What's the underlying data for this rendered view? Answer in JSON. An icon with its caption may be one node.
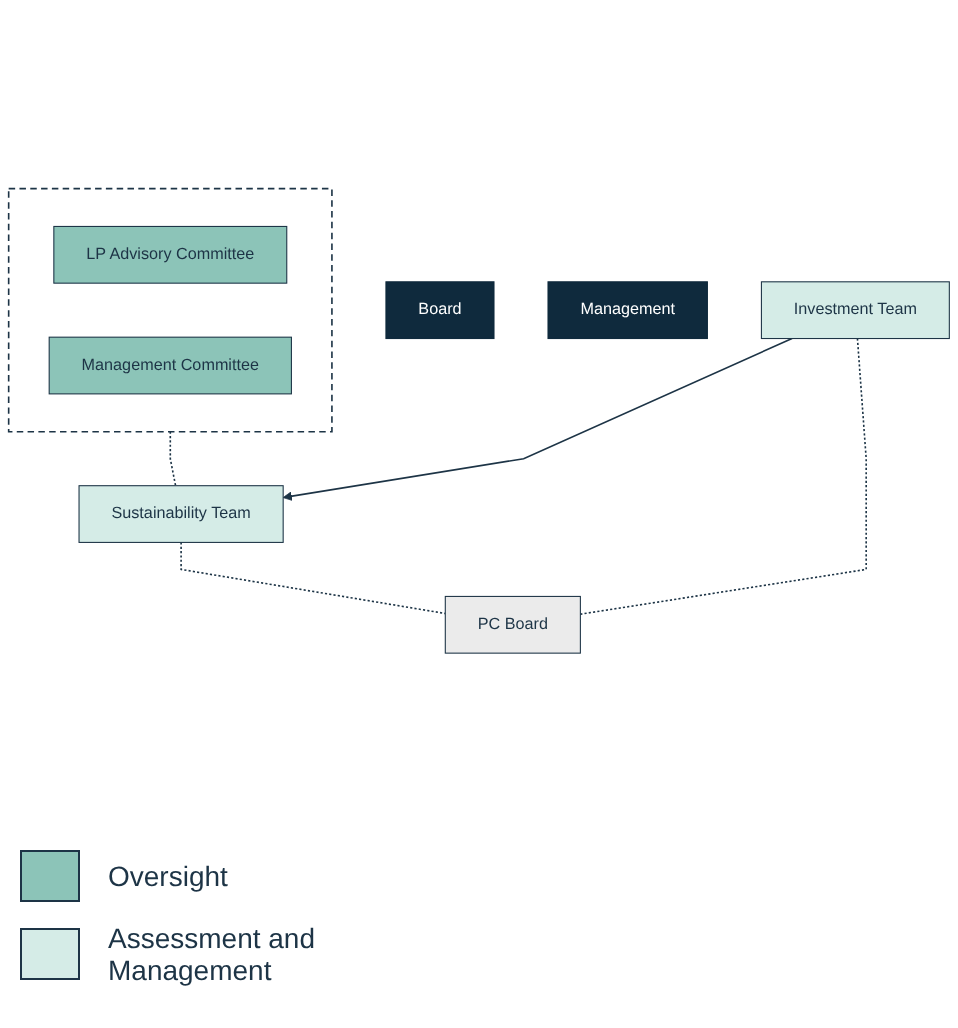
{
  "diagram": {
    "nodes": [
      {
        "text": [
          "Board"
        ]
      },
      {
        "text": [],
        "shape": "box"
      },
      {
        "text": [
          "LP Advisory Committee"
        ],
        "in": 1
      },
      {
        "text": [
          "Management Committee"
        ],
        "in": 1
      },
      {
        "text": [
          "Management"
        ]
      },
      {
        "text": [
          "Sustainability Team"
        ]
      },
      {
        "text": [
          "Investment Team"
        ]
      },
      {
        "text": [
          "PC Board"
        ]
      }
    ],
    "edges": [
      {
        "from": 1,
        "to": 5,
        "arrow": "none",
        "style": "dashed"
      },
      {
        "from": 6,
        "to": 5,
        "arrow": "to"
      },
      {
        "from": 5,
        "to": 7,
        "arrow": "none",
        "style": "dashed"
      },
      {
        "from": 6,
        "to": 7,
        "arrow": "none",
        "style": "dashed"
      }
    ],
    "legend": [
      {
        "text": "Oversight",
        "color": "#8cc4b8"
      },
      {
        "text": "Assessment and Management",
        "color": "#d5ece7"
      }
    ]
  }
}
